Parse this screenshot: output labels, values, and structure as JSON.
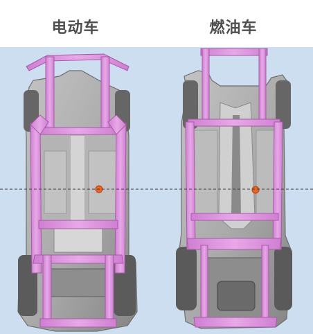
{
  "labels": {
    "electric_vehicle": "电动车",
    "fuel_vehicle": "燃油车"
  },
  "colors": {
    "panel_background": "#ccdeef",
    "frame_highlight": "#d98fd9",
    "frame_highlight_dark": "#b766b9",
    "body_gray": "#a9a9a9",
    "body_gray_dark": "#5f5f5f",
    "center_of_gravity_marker": "#e86426",
    "reference_line": "#3a3a3a",
    "title_text": "#4f4f4f"
  },
  "icons": {
    "marker": "center-of-gravity-dot"
  }
}
